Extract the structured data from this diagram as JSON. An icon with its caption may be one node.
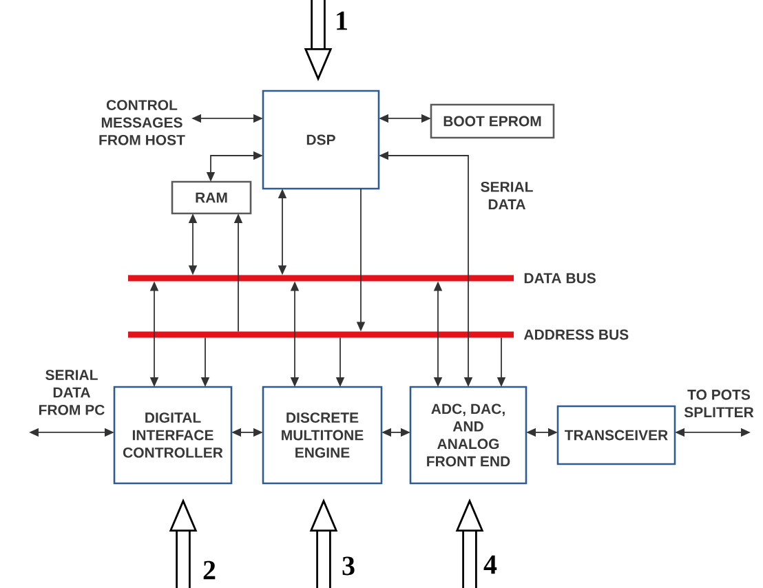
{
  "diagram": {
    "nodes": [
      {
        "text": [
          "CONTROL MESSAGES FROM HOST"
        ]
      },
      {
        "text": [
          "DSP"
        ]
      },
      {
        "text": [
          "BOOT EPROM"
        ]
      },
      {
        "text": [
          "RAM"
        ]
      },
      {
        "text": [
          "DATA BUS"
        ]
      },
      {
        "text": [
          "ADDRESS BUS"
        ]
      },
      {
        "text": [
          "DIGITAL INTERFACE CONTROLLER"
        ]
      },
      {
        "text": [
          "DISCRETE MULTITONE ENGINE"
        ]
      },
      {
        "text": [
          "ADC, DAC, AND ANALOG FRONT END"
        ]
      },
      {
        "text": [
          "TRANSCEIVER"
        ]
      }
    ],
    "edges": [
      {
        "from": null,
        "to": 1,
        "arrow": "to",
        "style": "thick",
        "label": "1"
      },
      {
        "from": 0,
        "to": 1,
        "arrow": "both"
      },
      {
        "from": 1,
        "to": 2,
        "arrow": "both"
      },
      {
        "from": 1,
        "to": 3,
        "arrow": "both"
      },
      {
        "from": 1,
        "to": 8,
        "arrow": "both",
        "label": "SERIAL DATA"
      },
      {
        "from": 3,
        "to": 4,
        "arrow": "both"
      },
      {
        "from": 5,
        "to": 3,
        "arrow": "to"
      },
      {
        "from": 1,
        "to": 4,
        "arrow": "both"
      },
      {
        "from": 1,
        "to": 5,
        "arrow": "to"
      },
      {
        "from": 4,
        "to": 6,
        "arrow": "both"
      },
      {
        "from": 5,
        "to": 6,
        "arrow": "to"
      },
      {
        "from": 4,
        "to": 7,
        "arrow": "both"
      },
      {
        "from": 5,
        "to": 7,
        "arrow": "to"
      },
      {
        "from": 4,
        "to": 8,
        "arrow": "both"
      },
      {
        "from": 5,
        "to": 8,
        "arrow": "to"
      },
      {
        "from": null,
        "to": 6,
        "arrow": "both",
        "label": "SERIAL DATA FROM PC"
      },
      {
        "from": 6,
        "to": 7,
        "arrow": "both"
      },
      {
        "from": 7,
        "to": 8,
        "arrow": "both"
      },
      {
        "from": 8,
        "to": 9,
        "arrow": "both"
      },
      {
        "from": 9,
        "to": null,
        "arrow": "both",
        "label": "TO POTS SPLITTER"
      },
      {
        "from": null,
        "to": 6,
        "arrow": "to",
        "style": "thick",
        "label": "2"
      },
      {
        "from": null,
        "to": 7,
        "arrow": "to",
        "style": "thick",
        "label": "3"
      },
      {
        "from": null,
        "to": 8,
        "arrow": "to",
        "style": "thick",
        "label": "4"
      }
    ]
  }
}
